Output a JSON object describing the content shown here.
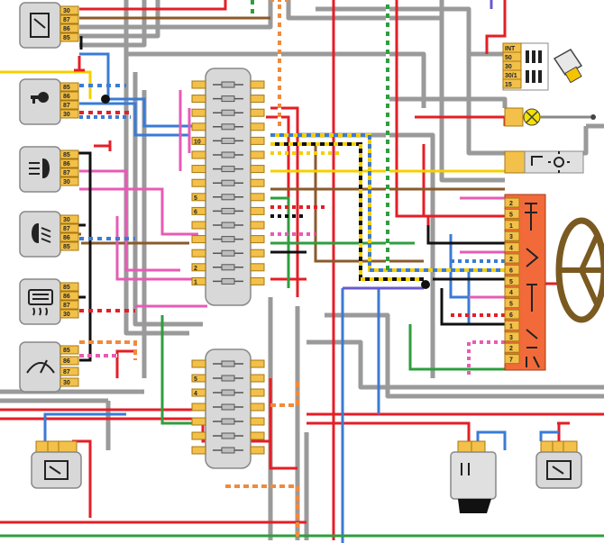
{
  "colors": {
    "gray": "#9a9a9a",
    "red": "#e41e26",
    "brown": "#8b5a2b",
    "blue": "#3a7bd5",
    "green": "#2e9e3e",
    "black": "#111111",
    "yellow": "#f5d000",
    "pink": "#e75bb5",
    "orange": "#f08a3c",
    "violet": "#6a5acd",
    "relay_fill": "#d8d8d8",
    "pin_fill": "#f3c04a",
    "connector_fill": "#f26a3a"
  },
  "relays_left": [
    {
      "icon": "relay-icon",
      "pins": [
        "30",
        "87",
        "86",
        "85"
      ]
    },
    {
      "icon": "key-icon",
      "pins": [
        "85",
        "86",
        "87",
        "30"
      ]
    },
    {
      "icon": "fog-light-icon",
      "pins": [
        "85",
        "86",
        "87",
        "30"
      ]
    },
    {
      "icon": "low-beam-icon",
      "pins": [
        "30",
        "87",
        "86",
        "85"
      ]
    },
    {
      "icon": "rear-defrost-icon",
      "pins": [
        "85",
        "86",
        "87",
        "30"
      ]
    },
    {
      "icon": "wiper-icon",
      "pins": [
        "85",
        "86",
        "87",
        "30"
      ]
    }
  ],
  "fuse_block_upper": {
    "left_labels": [
      "",
      "",
      "",
      "",
      "10",
      "",
      "",
      "",
      "5",
      "6",
      "",
      "",
      "",
      "2",
      "1"
    ]
  },
  "fuse_block_lower": {
    "left_labels": [
      "",
      "5",
      "4",
      "",
      "",
      "",
      ""
    ]
  },
  "ignition_switch": {
    "icon": "ignition-switch-icon",
    "pins": [
      "INT",
      "50",
      "30",
      "30/1",
      "15"
    ]
  },
  "bulb_connector": {
    "icon": "bulb-icon"
  },
  "light_switch_connector": {
    "icon": "light-switch-icon"
  },
  "steering_connector": {
    "icon": "steering-wheel-icon",
    "pins_top": [
      "2",
      "5",
      "1",
      "3",
      "4",
      "2"
    ],
    "pins_bottom": [
      "6",
      "5",
      "4",
      "5",
      "6",
      "1",
      "3",
      "2",
      "7"
    ]
  },
  "bottom_relays": [
    {
      "icon": "relay-bottom-left-icon"
    },
    {
      "icon": "relay-bottom-center-icon"
    },
    {
      "icon": "relay-bottom-right-icon"
    }
  ]
}
